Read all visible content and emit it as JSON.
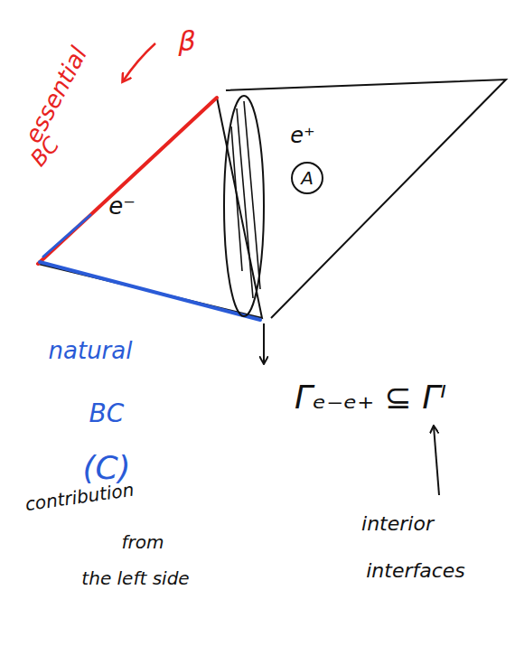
{
  "diagram": {
    "labels": [
      "essential",
      "BC",
      "β",
      "e⁻",
      "e⁺",
      "A",
      "natural",
      "BC",
      "(C)",
      "contribution",
      "from",
      "the left side",
      "Γₑ₋ₑ₊ ⊆ Γᴵ",
      "interior",
      "interfaces"
    ]
  }
}
